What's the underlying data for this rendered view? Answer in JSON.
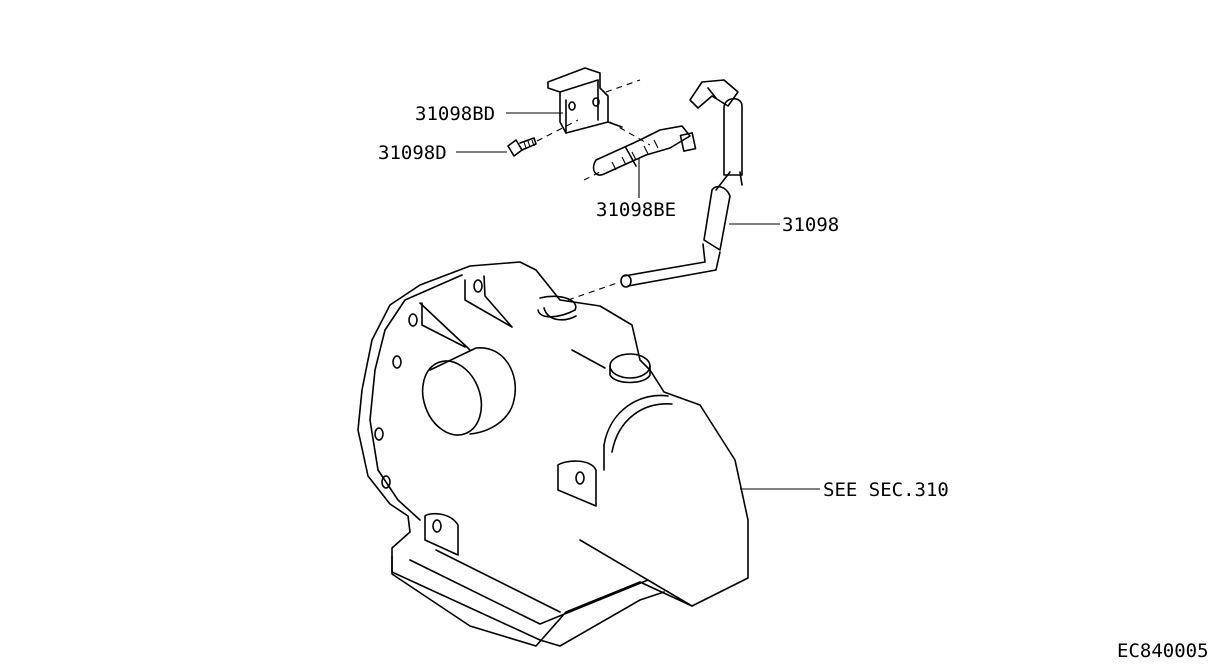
{
  "labels": {
    "bracket": "31098BD",
    "bolt": "31098D",
    "clamp": "31098BE",
    "hose": "31098",
    "transmission": "SEE SEC.310",
    "figure_code": "EC840005"
  }
}
